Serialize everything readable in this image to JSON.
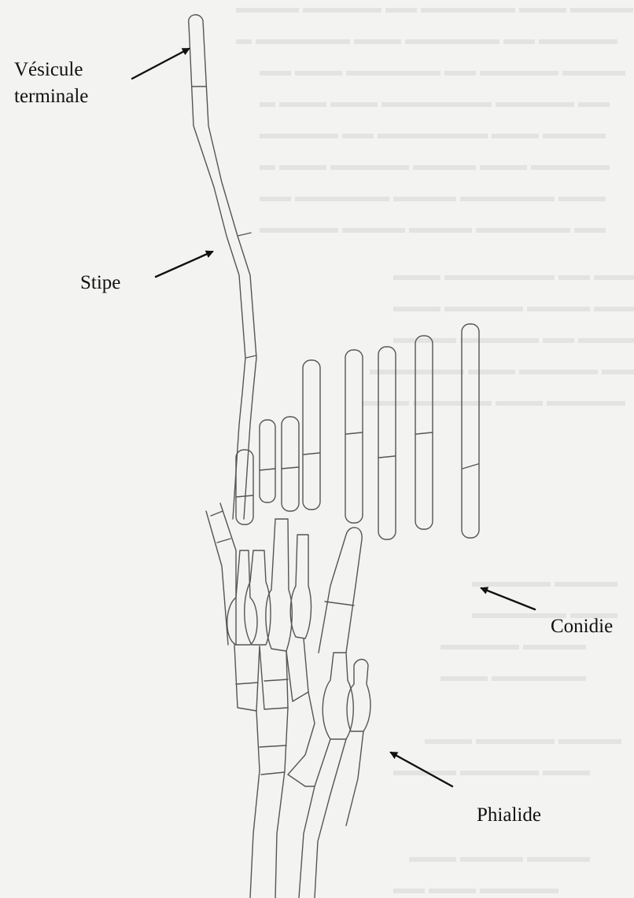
{
  "labels": {
    "vesicule_terminale": "Vésicule terminale",
    "stipe": "Stipe",
    "conidie": "Conidie",
    "phialide": "Phialide"
  },
  "colors": {
    "background": "#f3f3f1",
    "outline": "#555555",
    "arrow": "#111111",
    "label_text": "#111111"
  }
}
